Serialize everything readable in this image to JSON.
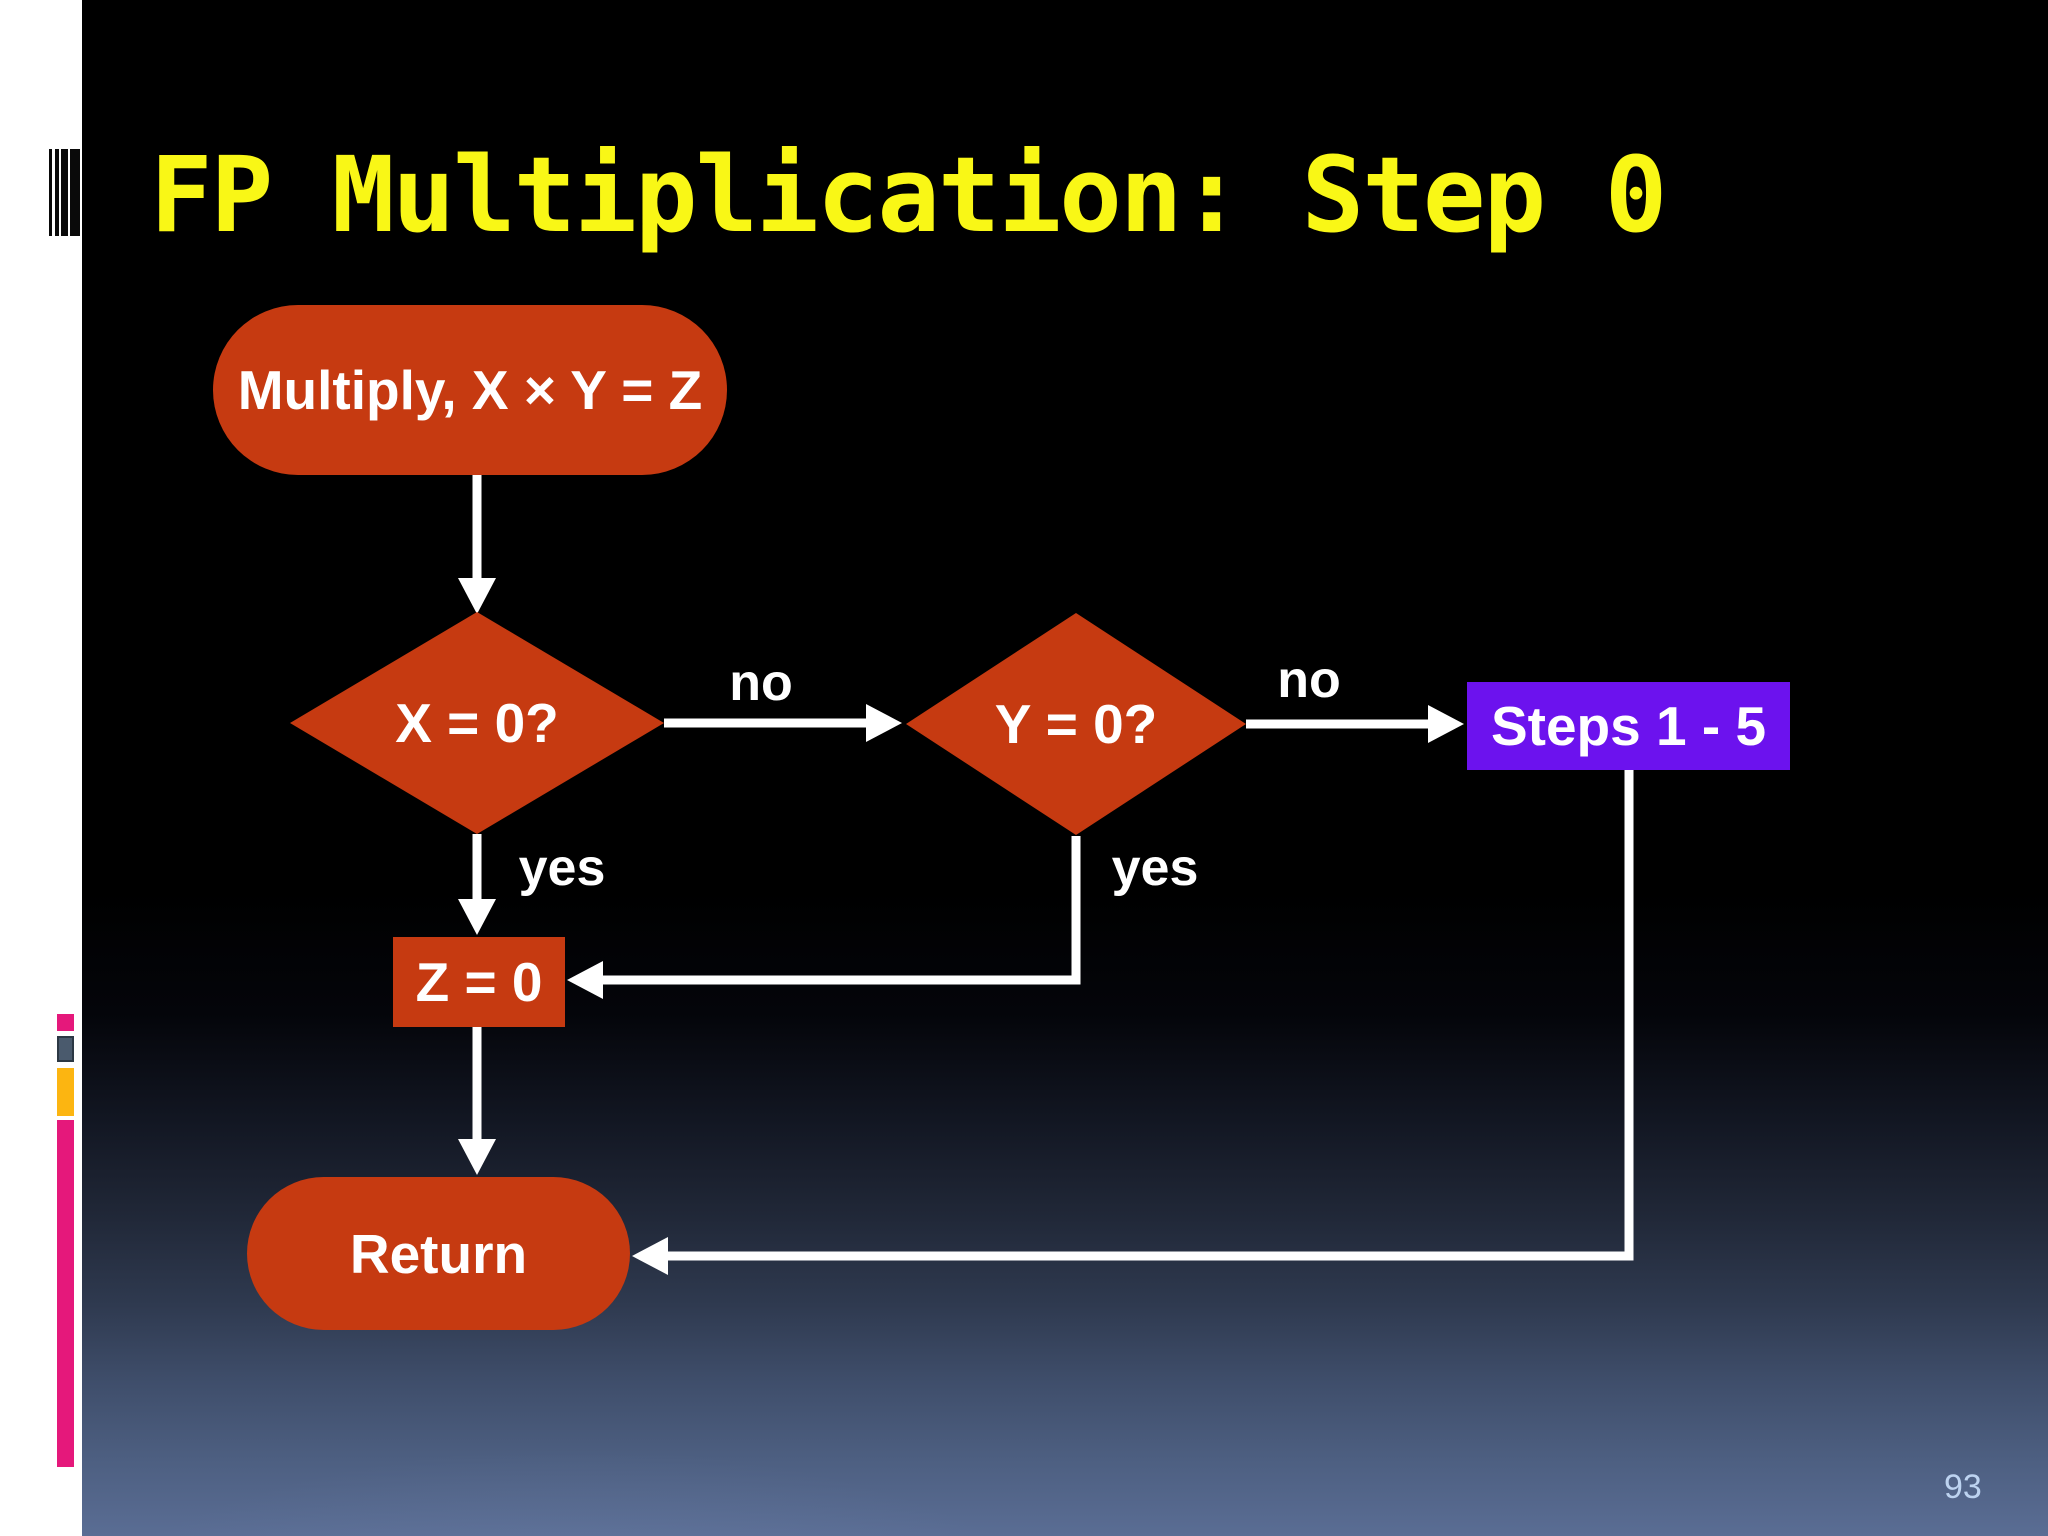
{
  "slide": {
    "title": "FP Multiplication: Step 0",
    "page_number": "93"
  },
  "colors": {
    "background_top": "#000000",
    "background_bottom": "#5A6D94",
    "title_yellow": "#F9F716",
    "shape_red": "#C63A11",
    "steps_purple": "#6C12EE",
    "connector_white": "#FFFFFF",
    "node_text": "#FFFFFF",
    "page_number_blue": "#BDD3F0",
    "sidebar_magenta": "#E5187B",
    "sidebar_gray": "#4A5A6D",
    "sidebar_amber": "#FCB511",
    "sidebar_stripe_black": "#0A0A0A"
  },
  "flowchart": {
    "nodes": [
      {
        "id": "start",
        "type": "terminator",
        "label": "Multiply, X × Y = Z"
      },
      {
        "id": "x0",
        "type": "decision",
        "label": "X = 0?"
      },
      {
        "id": "y0",
        "type": "decision",
        "label": "Y = 0?"
      },
      {
        "id": "steps",
        "type": "process",
        "label": "Steps 1 - 5"
      },
      {
        "id": "z0",
        "type": "process",
        "label": "Z = 0"
      },
      {
        "id": "return",
        "type": "terminator",
        "label": "Return"
      }
    ],
    "edges": [
      {
        "from": "start",
        "to": "x0",
        "label": ""
      },
      {
        "from": "x0",
        "to": "y0",
        "label": "no"
      },
      {
        "from": "y0",
        "to": "steps",
        "label": "no"
      },
      {
        "from": "x0",
        "to": "z0",
        "label": "yes"
      },
      {
        "from": "y0",
        "to": "z0",
        "label": "yes"
      },
      {
        "from": "z0",
        "to": "return",
        "label": ""
      },
      {
        "from": "steps",
        "to": "return",
        "label": ""
      }
    ]
  }
}
